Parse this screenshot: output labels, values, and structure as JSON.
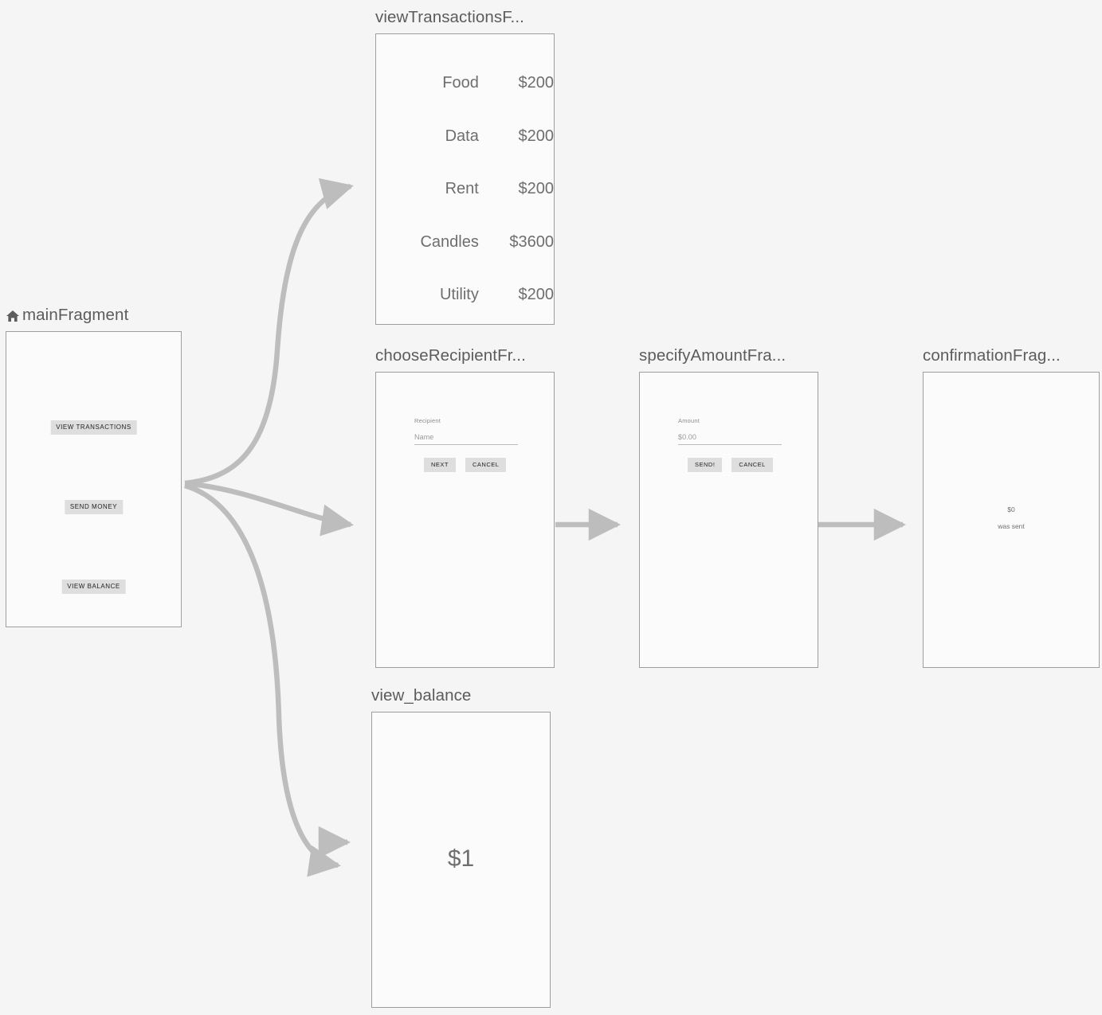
{
  "canvas": {
    "background_color": "#f5f5f5",
    "edge_color": "#bdbdbd",
    "frame_border_color": "#9e9e9e",
    "frame_fill_color": "#fbfbfb",
    "button_fill_color": "#dedede",
    "title_color": "#5c5c5c"
  },
  "destinations": {
    "main": {
      "title": "mainFragment",
      "icon": "home-icon",
      "is_start_destination": true,
      "buttons": [
        {
          "label": "VIEW TRANSACTIONS"
        },
        {
          "label": "SEND MONEY"
        },
        {
          "label": "VIEW BALANCE"
        }
      ]
    },
    "view_transactions": {
      "title": "viewTransactionsF...",
      "full_title": "viewTransactionsFragment",
      "transactions": [
        {
          "label": "Food",
          "amount": "$200"
        },
        {
          "label": "Data",
          "amount": "$200"
        },
        {
          "label": "Rent",
          "amount": "$200"
        },
        {
          "label": "Candles",
          "amount": "$3600"
        },
        {
          "label": "Utility",
          "amount": "$200"
        }
      ]
    },
    "choose_recipient": {
      "title": "chooseRecipientFr...",
      "full_title": "chooseRecipientFragment",
      "field_label": "Recipient",
      "field_placeholder": "Name",
      "field_value": "",
      "primary_button": "NEXT",
      "secondary_button": "CANCEL"
    },
    "specify_amount": {
      "title": "specifyAmountFra...",
      "full_title": "specifyAmountFragment",
      "field_label": "Amount",
      "field_placeholder": "$0.00",
      "field_value": "",
      "primary_button": "SEND!",
      "secondary_button": "CANCEL"
    },
    "confirmation": {
      "title": "confirmationFrag...",
      "full_title": "confirmationFragment",
      "amount": "$0",
      "message": "was sent"
    },
    "view_balance": {
      "title": "view_balance",
      "balance": "$1"
    }
  }
}
